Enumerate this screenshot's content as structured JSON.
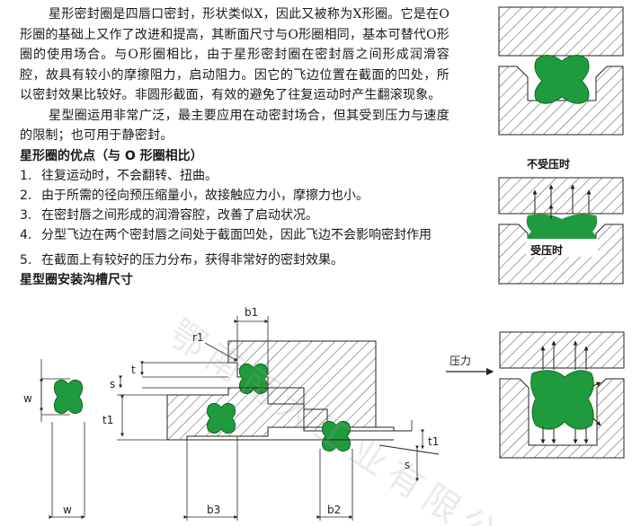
{
  "intro": {
    "p1": "星形密封圈是四唇口密封，形状类似X，因此又被称为X形圈。它是在O形圈的基础上又作了改进和提高，其断面尺寸与O形圈相同，基本可替代O形圈的使用场合。与O形圈相比，由于星形密封圈在密封唇之间形成润滑容腔，故具有较小的摩擦阻力，启动阻力。因它的飞边位置在截面的凹处，所以密封效果比较好。非圆形截面，有效的避免了往复运动时产生翻滚现象。",
    "p2": "星型圈运用非常广泛，最主要应用在动密封场合，但其受到压力与速度的限制；也可用于静密封。"
  },
  "advantages": {
    "title": "星形圈的优点（与 O 形圈相比）",
    "items": [
      {
        "num": "1.",
        "text": "往复运动时，不会翻转、扭曲。"
      },
      {
        "num": "2.",
        "text": "由于所需的径向预压缩量小，故接触应力小，摩擦力也小。"
      },
      {
        "num": "3.",
        "text": "在密封唇之间形成的润滑容腔，改善了启动状况。"
      },
      {
        "num": "4.",
        "text": "分型飞边在两个密封唇之间处于截面凹处，因此飞边不会影响密封作用"
      },
      {
        "num": "5.",
        "text": "在截面上有较好的压力分布，获得非常好的密封效果。"
      }
    ]
  },
  "groove": {
    "title": "星型圈安装沟槽尺寸"
  },
  "figures": {
    "unpressured": "不受压时",
    "pressured": "受压时",
    "pressure": "压力"
  },
  "dims": {
    "b1": "b1",
    "r1": "r1",
    "t": "t",
    "s": "s",
    "t1": "t1",
    "w": "w",
    "b3": "b3",
    "b2": "b2"
  },
  "watermark": "鄂南南大工业有限公司",
  "colors": {
    "seal": "#1f9a3c",
    "hatch": "#333333"
  }
}
